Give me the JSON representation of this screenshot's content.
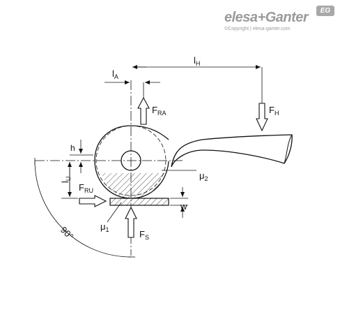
{
  "brand": {
    "name_left": "elesa",
    "name_plus": "+",
    "name_right": "Ganter",
    "badge": "EG",
    "copyright": "©Copyright | elesa-ganter.com"
  },
  "labels": {
    "l_a": {
      "main": "l",
      "sub": "A"
    },
    "l_h": {
      "main": "l",
      "sub": "H"
    },
    "f_ra": {
      "main": "F",
      "sub": "RA"
    },
    "f_h": {
      "main": "F",
      "sub": "H"
    },
    "h": {
      "main": "h",
      "sub": ""
    },
    "l_u": {
      "main": "l",
      "sub": "U"
    },
    "f_ru": {
      "main": "F",
      "sub": "RU"
    },
    "mu_2": {
      "main": "μ",
      "sub": "2"
    },
    "w": {
      "main": "w",
      "sub": ""
    },
    "mu_1": {
      "main": "μ",
      "sub": "1"
    },
    "f_s": {
      "main": "F",
      "sub": "S"
    },
    "angle": {
      "main": "90°",
      "sub": ""
    }
  },
  "colors": {
    "line": "#111111",
    "hatch": "#555555",
    "brand": "#9a9a9a"
  }
}
